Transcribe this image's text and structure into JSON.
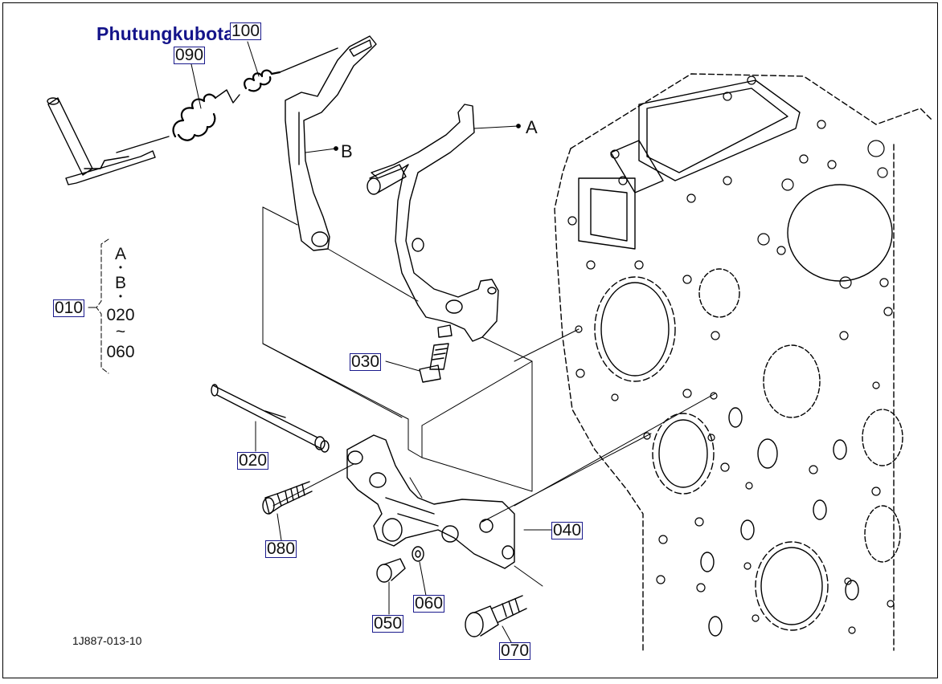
{
  "watermark": "Phutungkubota.vn",
  "figure_code": "1J887-013-10",
  "callouts": {
    "c090": "090",
    "c100": "100",
    "c010": "010",
    "c030": "030",
    "c020": "020",
    "c080": "080",
    "c040": "040",
    "c050": "050",
    "c060": "060",
    "c070": "070"
  },
  "letters": {
    "a": "A",
    "b": "B"
  },
  "assembly_list": {
    "line1": "A",
    "dot1": "•",
    "line2": "B",
    "dot2": "•",
    "line3": "020",
    "tilde": "~",
    "line4": "060"
  }
}
